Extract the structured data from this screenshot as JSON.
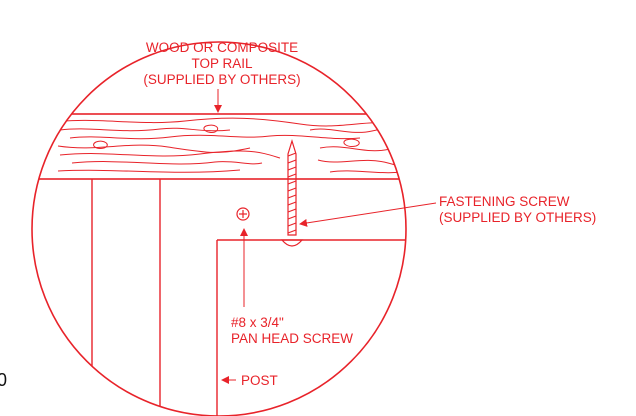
{
  "colors": {
    "ink": "#e8232a",
    "background": "#ffffff",
    "edge_text": "#111111"
  },
  "labels": {
    "top_rail": {
      "line1": "WOOD OR COMPOSITE",
      "line2": "TOP RAIL",
      "line3": "(SUPPLIED BY OTHERS)"
    },
    "fastening_screw": {
      "line1": "FASTENING SCREW",
      "line2": "(SUPPLIED BY OTHERS)"
    },
    "pan_head_screw": {
      "line1": "#8 x 3/4\"",
      "line2": "PAN HEAD SCREW"
    },
    "post": "POST"
  },
  "edge_text": "0",
  "icons": {
    "pan_head_screw": "phillips-screw-head-icon",
    "fastening_screw": "threaded-screw-icon"
  }
}
